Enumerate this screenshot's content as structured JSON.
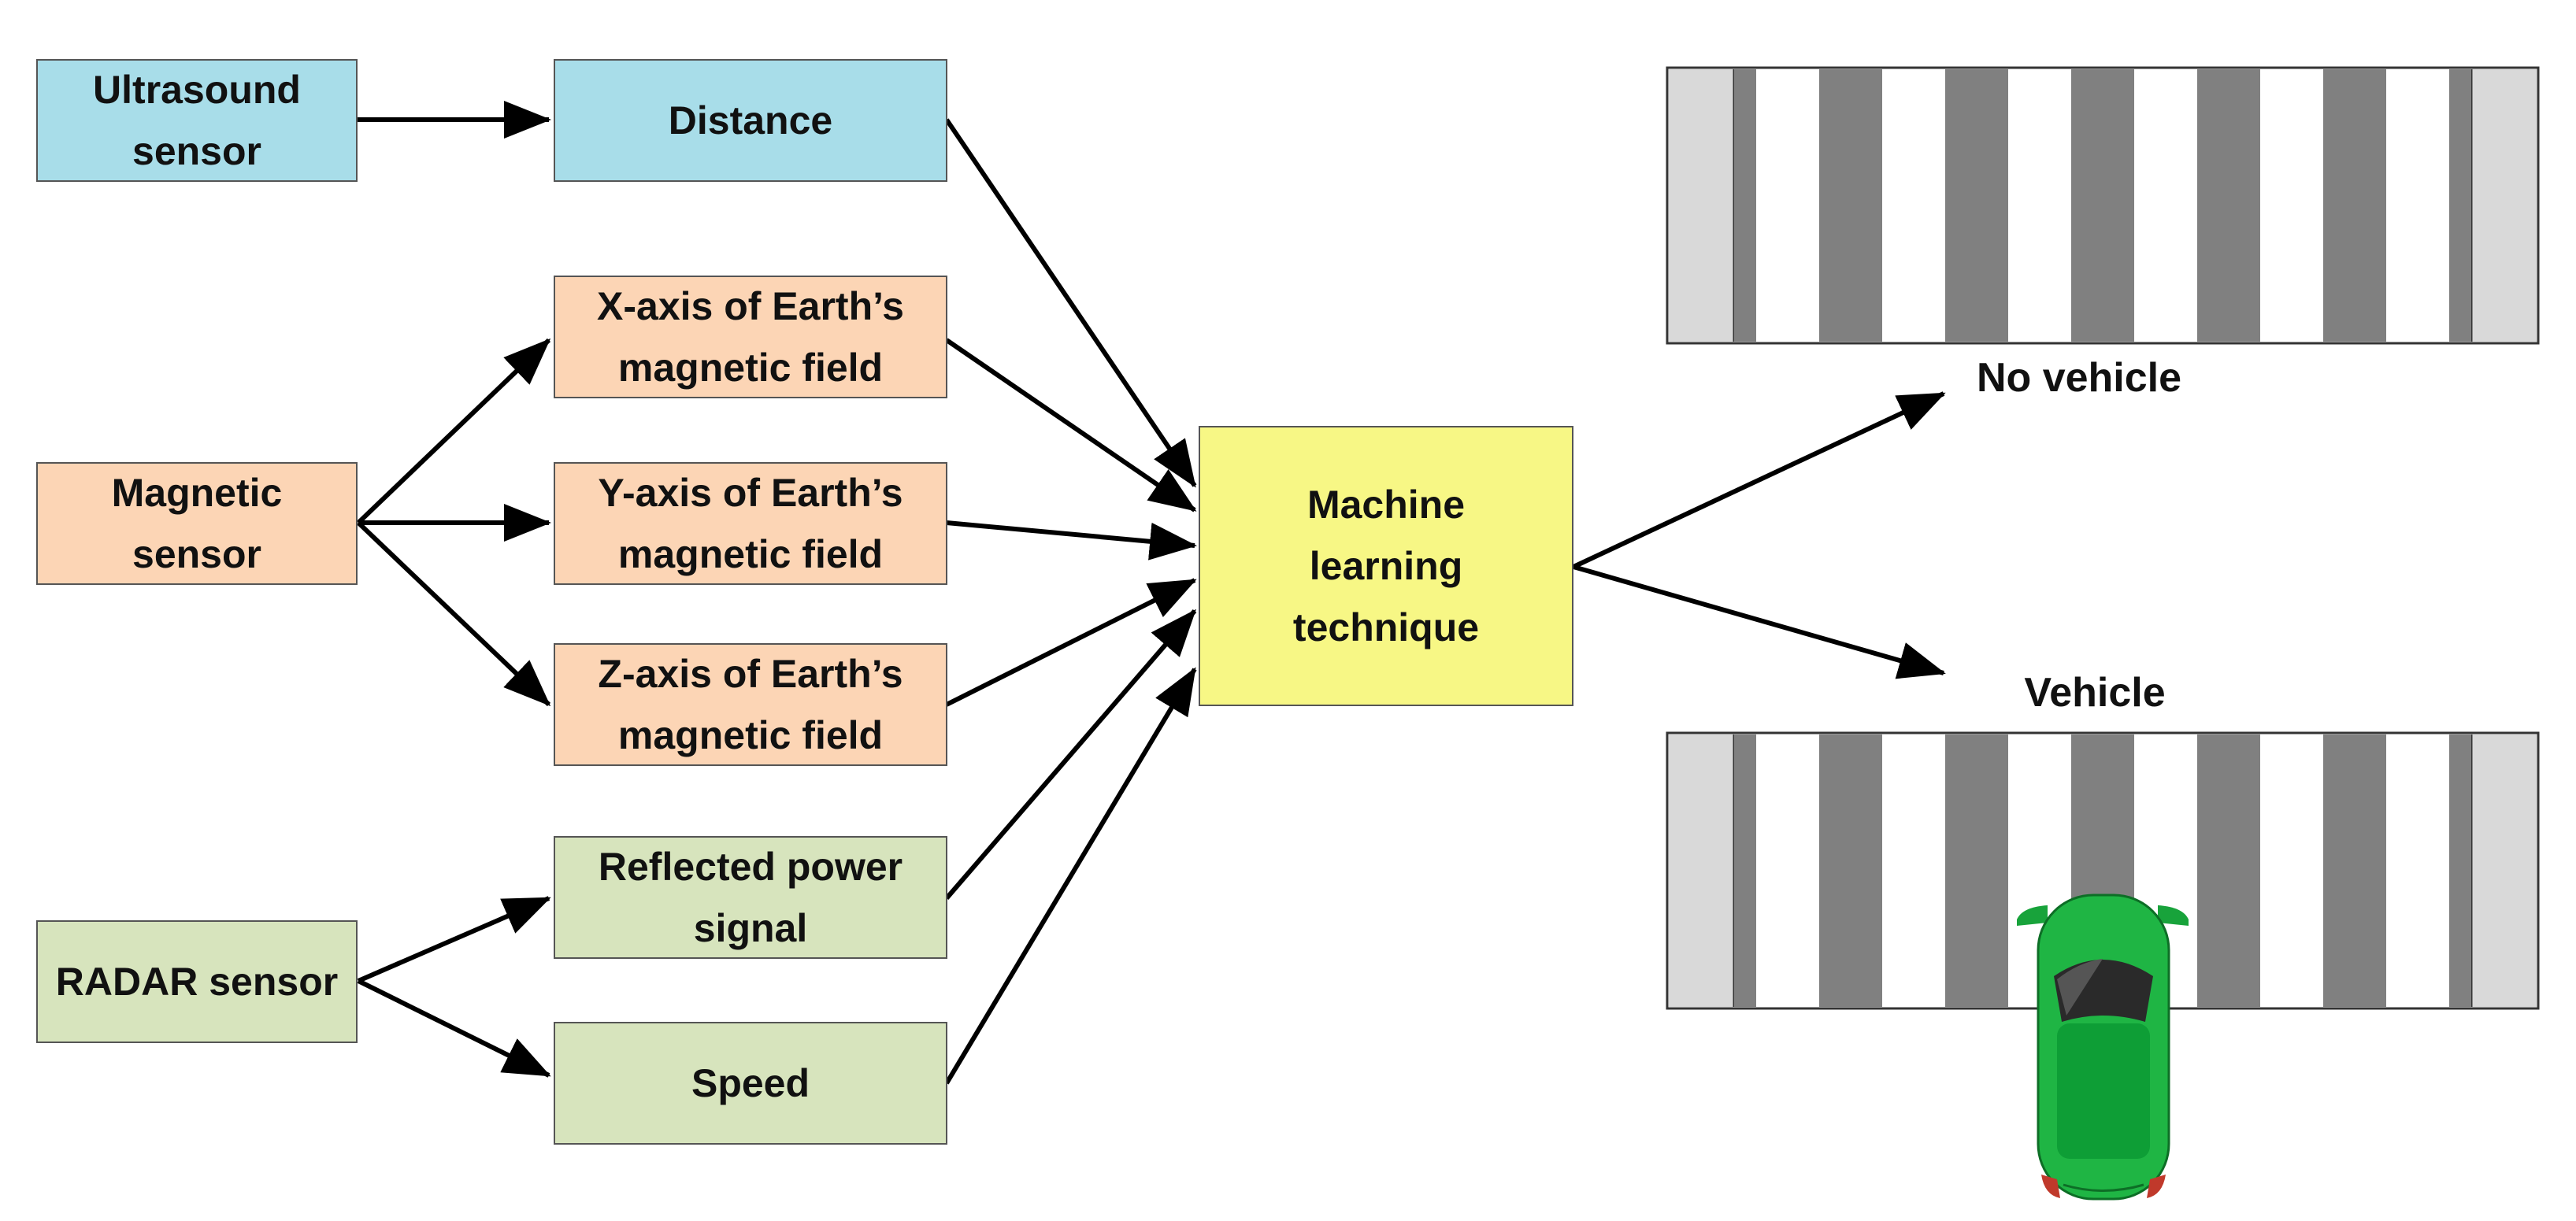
{
  "sources": {
    "ultrasound": "Ultrasound sensor",
    "magnetic": "Magnetic sensor",
    "radar": "RADAR sensor"
  },
  "features": {
    "distance": "Distance",
    "x_axis": "X-axis of Earth’s magnetic field",
    "y_axis": "Y-axis of Earth’s magnetic field",
    "z_axis": "Z-axis of Earth’s magnetic field",
    "reflected_power": "Reflected power signal",
    "speed": "Speed"
  },
  "classifier": "Machine learning technique",
  "outputs": {
    "no_vehicle": "No vehicle",
    "vehicle": "Vehicle"
  },
  "colors": {
    "ultrasound": "#a8dde9",
    "magnetic": "#fcd5b5",
    "radar": "#d7e4bd",
    "classifier": "#f7f785",
    "car": "#1fb544"
  }
}
